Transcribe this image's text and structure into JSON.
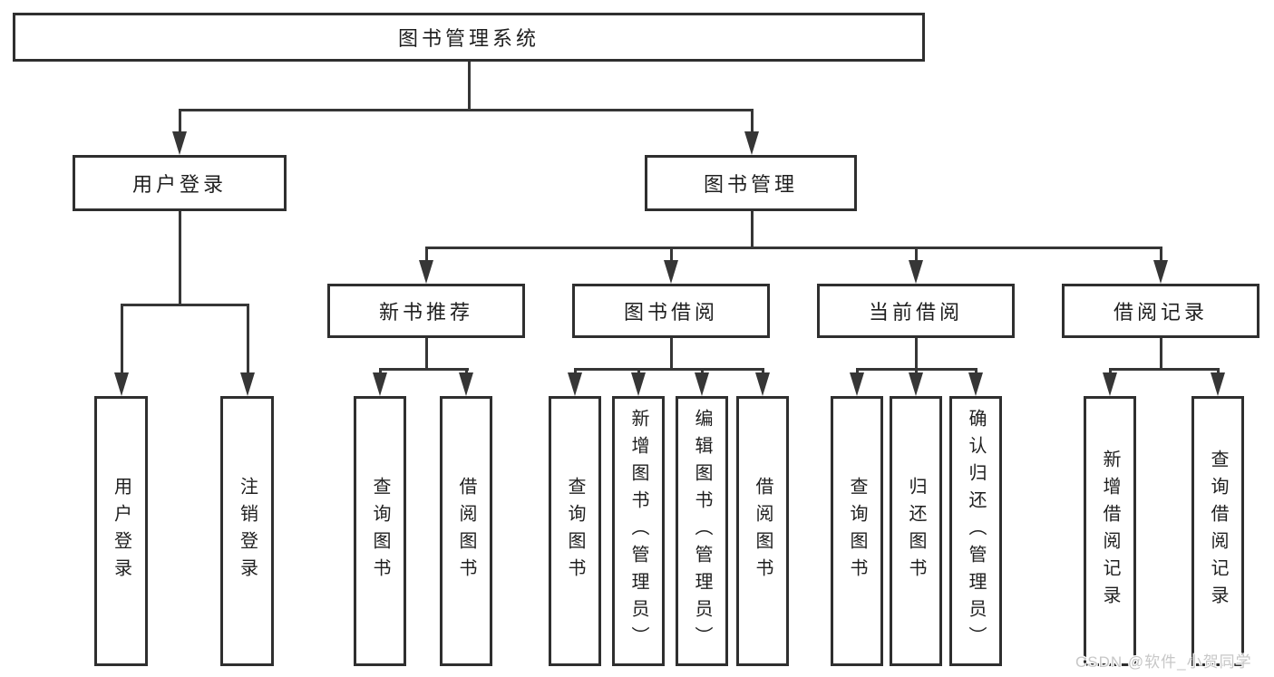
{
  "tree": {
    "label": "图书管理系统",
    "children": [
      {
        "label": "用户登录",
        "children": [
          {
            "label": "用户登录"
          },
          {
            "label": "注销登录"
          }
        ]
      },
      {
        "label": "图书管理",
        "children": [
          {
            "label": "新书推荐",
            "children": [
              {
                "label": "查询图书"
              },
              {
                "label": "借阅图书"
              }
            ]
          },
          {
            "label": "图书借阅",
            "children": [
              {
                "label": "查询图书"
              },
              {
                "label": "新增图书（管理员）"
              },
              {
                "label": "编辑图书（管理员）"
              },
              {
                "label": "借阅图书"
              }
            ]
          },
          {
            "label": "当前借阅",
            "children": [
              {
                "label": "查询图书"
              },
              {
                "label": "归还图书"
              },
              {
                "label": "确认归还（管理员）"
              }
            ]
          },
          {
            "label": "借阅记录",
            "children": [
              {
                "label": "新增借阅记录"
              },
              {
                "label": "查询借阅记录"
              }
            ]
          }
        ]
      }
    ]
  },
  "watermark": "CSDN @软件_小贺同学",
  "colors": {
    "line": "#363636",
    "box_border": "#2f2f2f",
    "text": "#1f1f1f",
    "watermark": "#c7c7c7",
    "background": "#ffffff"
  }
}
